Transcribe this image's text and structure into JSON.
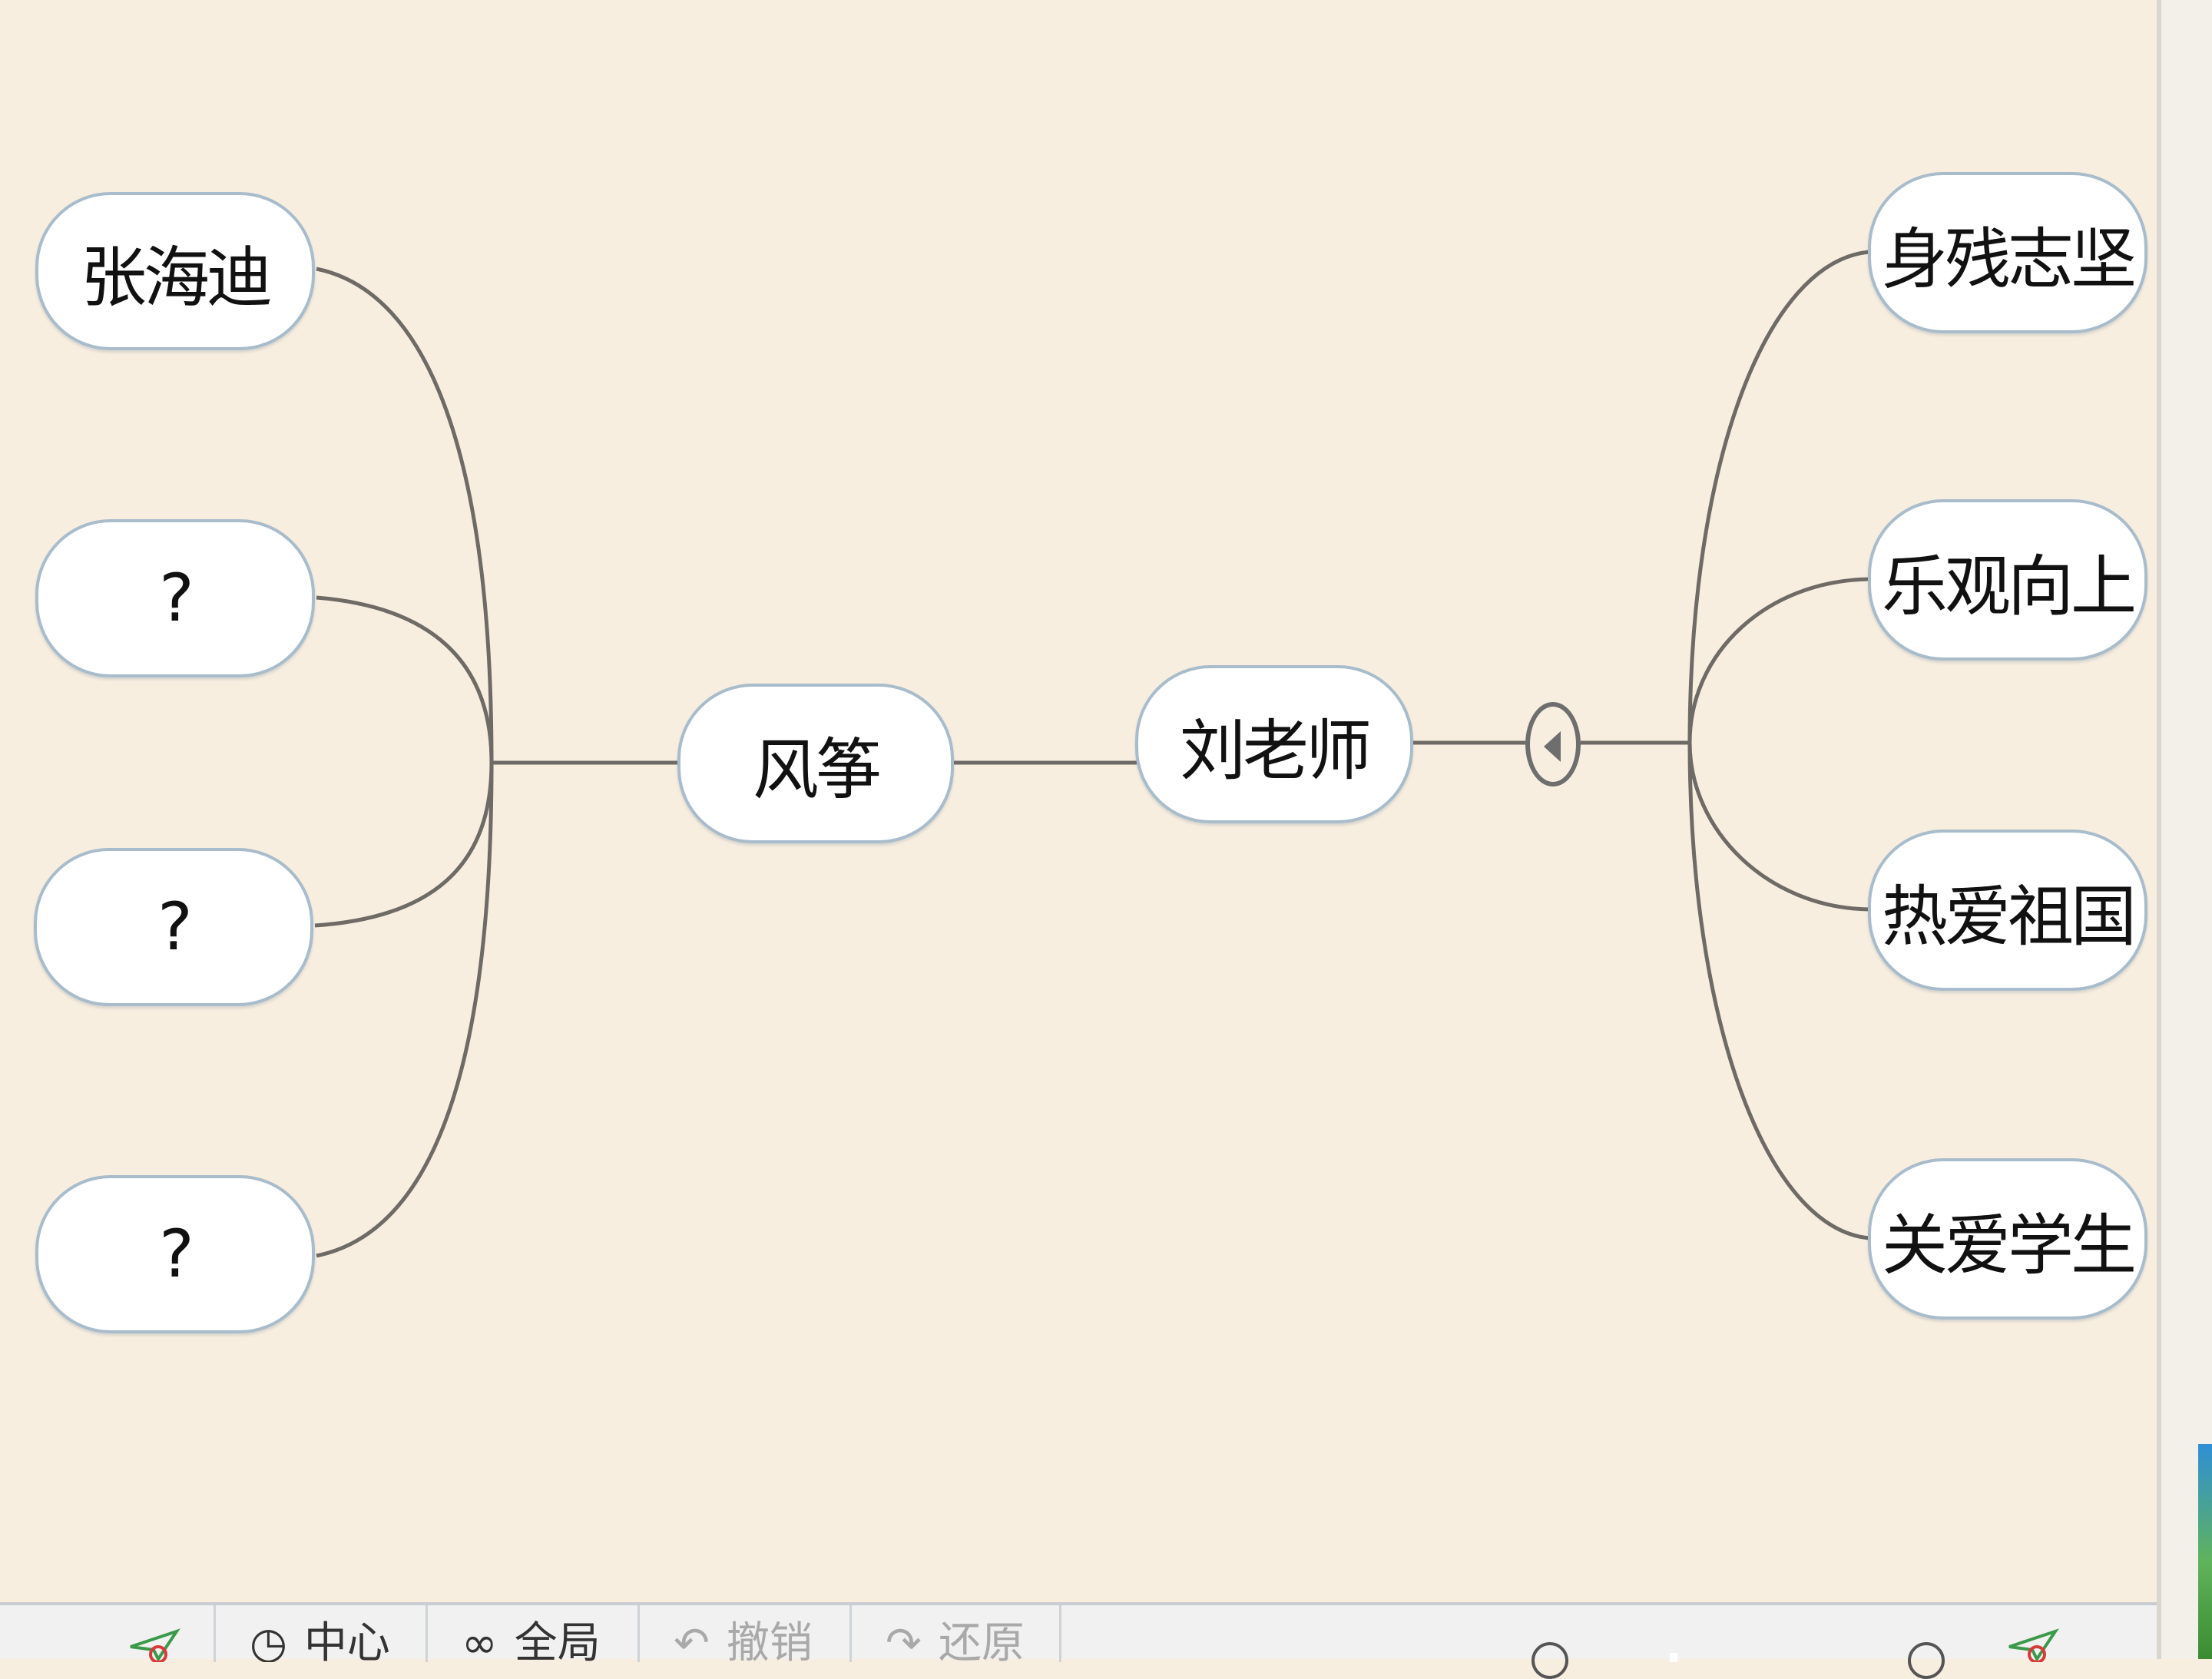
{
  "mindmap": {
    "root": {
      "label": "刘老师"
    },
    "left_branch": {
      "label": "风筝",
      "children": [
        {
          "label": "张海迪"
        },
        {
          "label": "?"
        },
        {
          "label": "?"
        },
        {
          "label": "?"
        }
      ]
    },
    "right_branch": {
      "children": [
        {
          "label": "身残志坚"
        },
        {
          "label": "乐观向上"
        },
        {
          "label": "热爱祖国"
        },
        {
          "label": "关爱学生"
        }
      ]
    },
    "colors": {
      "canvas_background": "#f8eee0",
      "node_fill": "#ffffff",
      "node_border": "#a8bccb",
      "connector": "#6e6a66"
    }
  },
  "statusbar": {
    "buttons": [
      {
        "label": "中心",
        "icon": "center-icon",
        "disabled": false
      },
      {
        "label": "全局",
        "icon": "overview-icon",
        "disabled": false
      },
      {
        "label": "撤销",
        "icon": "undo-icon",
        "disabled": true
      },
      {
        "label": "还原",
        "icon": "redo-icon",
        "disabled": true
      }
    ],
    "icons": [
      "paper-plane-icon",
      "zoom-out-icon",
      "zoom-in-icon"
    ]
  }
}
